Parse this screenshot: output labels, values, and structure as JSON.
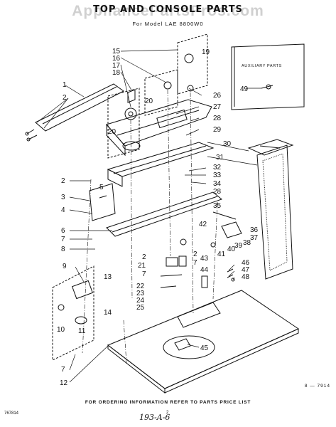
{
  "header": {
    "title": "TOP AND CONSOLE PARTS",
    "model": "For Model LAE 8800W0",
    "watermark": "AppliancePartsPros.com"
  },
  "aux_panel": {
    "title": "AUXILIARY PARTS"
  },
  "callouts": [
    "1",
    "2",
    "2",
    "2",
    "2",
    "3",
    "4",
    "5",
    "6",
    "7",
    "7",
    "7",
    "7",
    "8",
    "9",
    "10",
    "11",
    "12",
    "13",
    "14",
    "15",
    "16",
    "17",
    "18",
    "19",
    "20",
    "20",
    "21",
    "22",
    "23",
    "24",
    "25",
    "26",
    "27",
    "28",
    "28",
    "29",
    "30",
    "31",
    "32",
    "33",
    "34",
    "35",
    "36",
    "37",
    "38",
    "39",
    "40",
    "41",
    "42",
    "43",
    "44",
    "45",
    "46",
    "47",
    "48",
    "49"
  ],
  "footer": {
    "ordering_note": "FOR ORDERING INFORMATION REFER TO PARTS PRICE LIST",
    "doc_number": "767814",
    "page": "2",
    "diagram_code": "8 — 7914",
    "handwritten": "193-A-6"
  },
  "colors": {
    "ink": "#111111",
    "paper": "#ffffff",
    "watermark": "#969696"
  }
}
